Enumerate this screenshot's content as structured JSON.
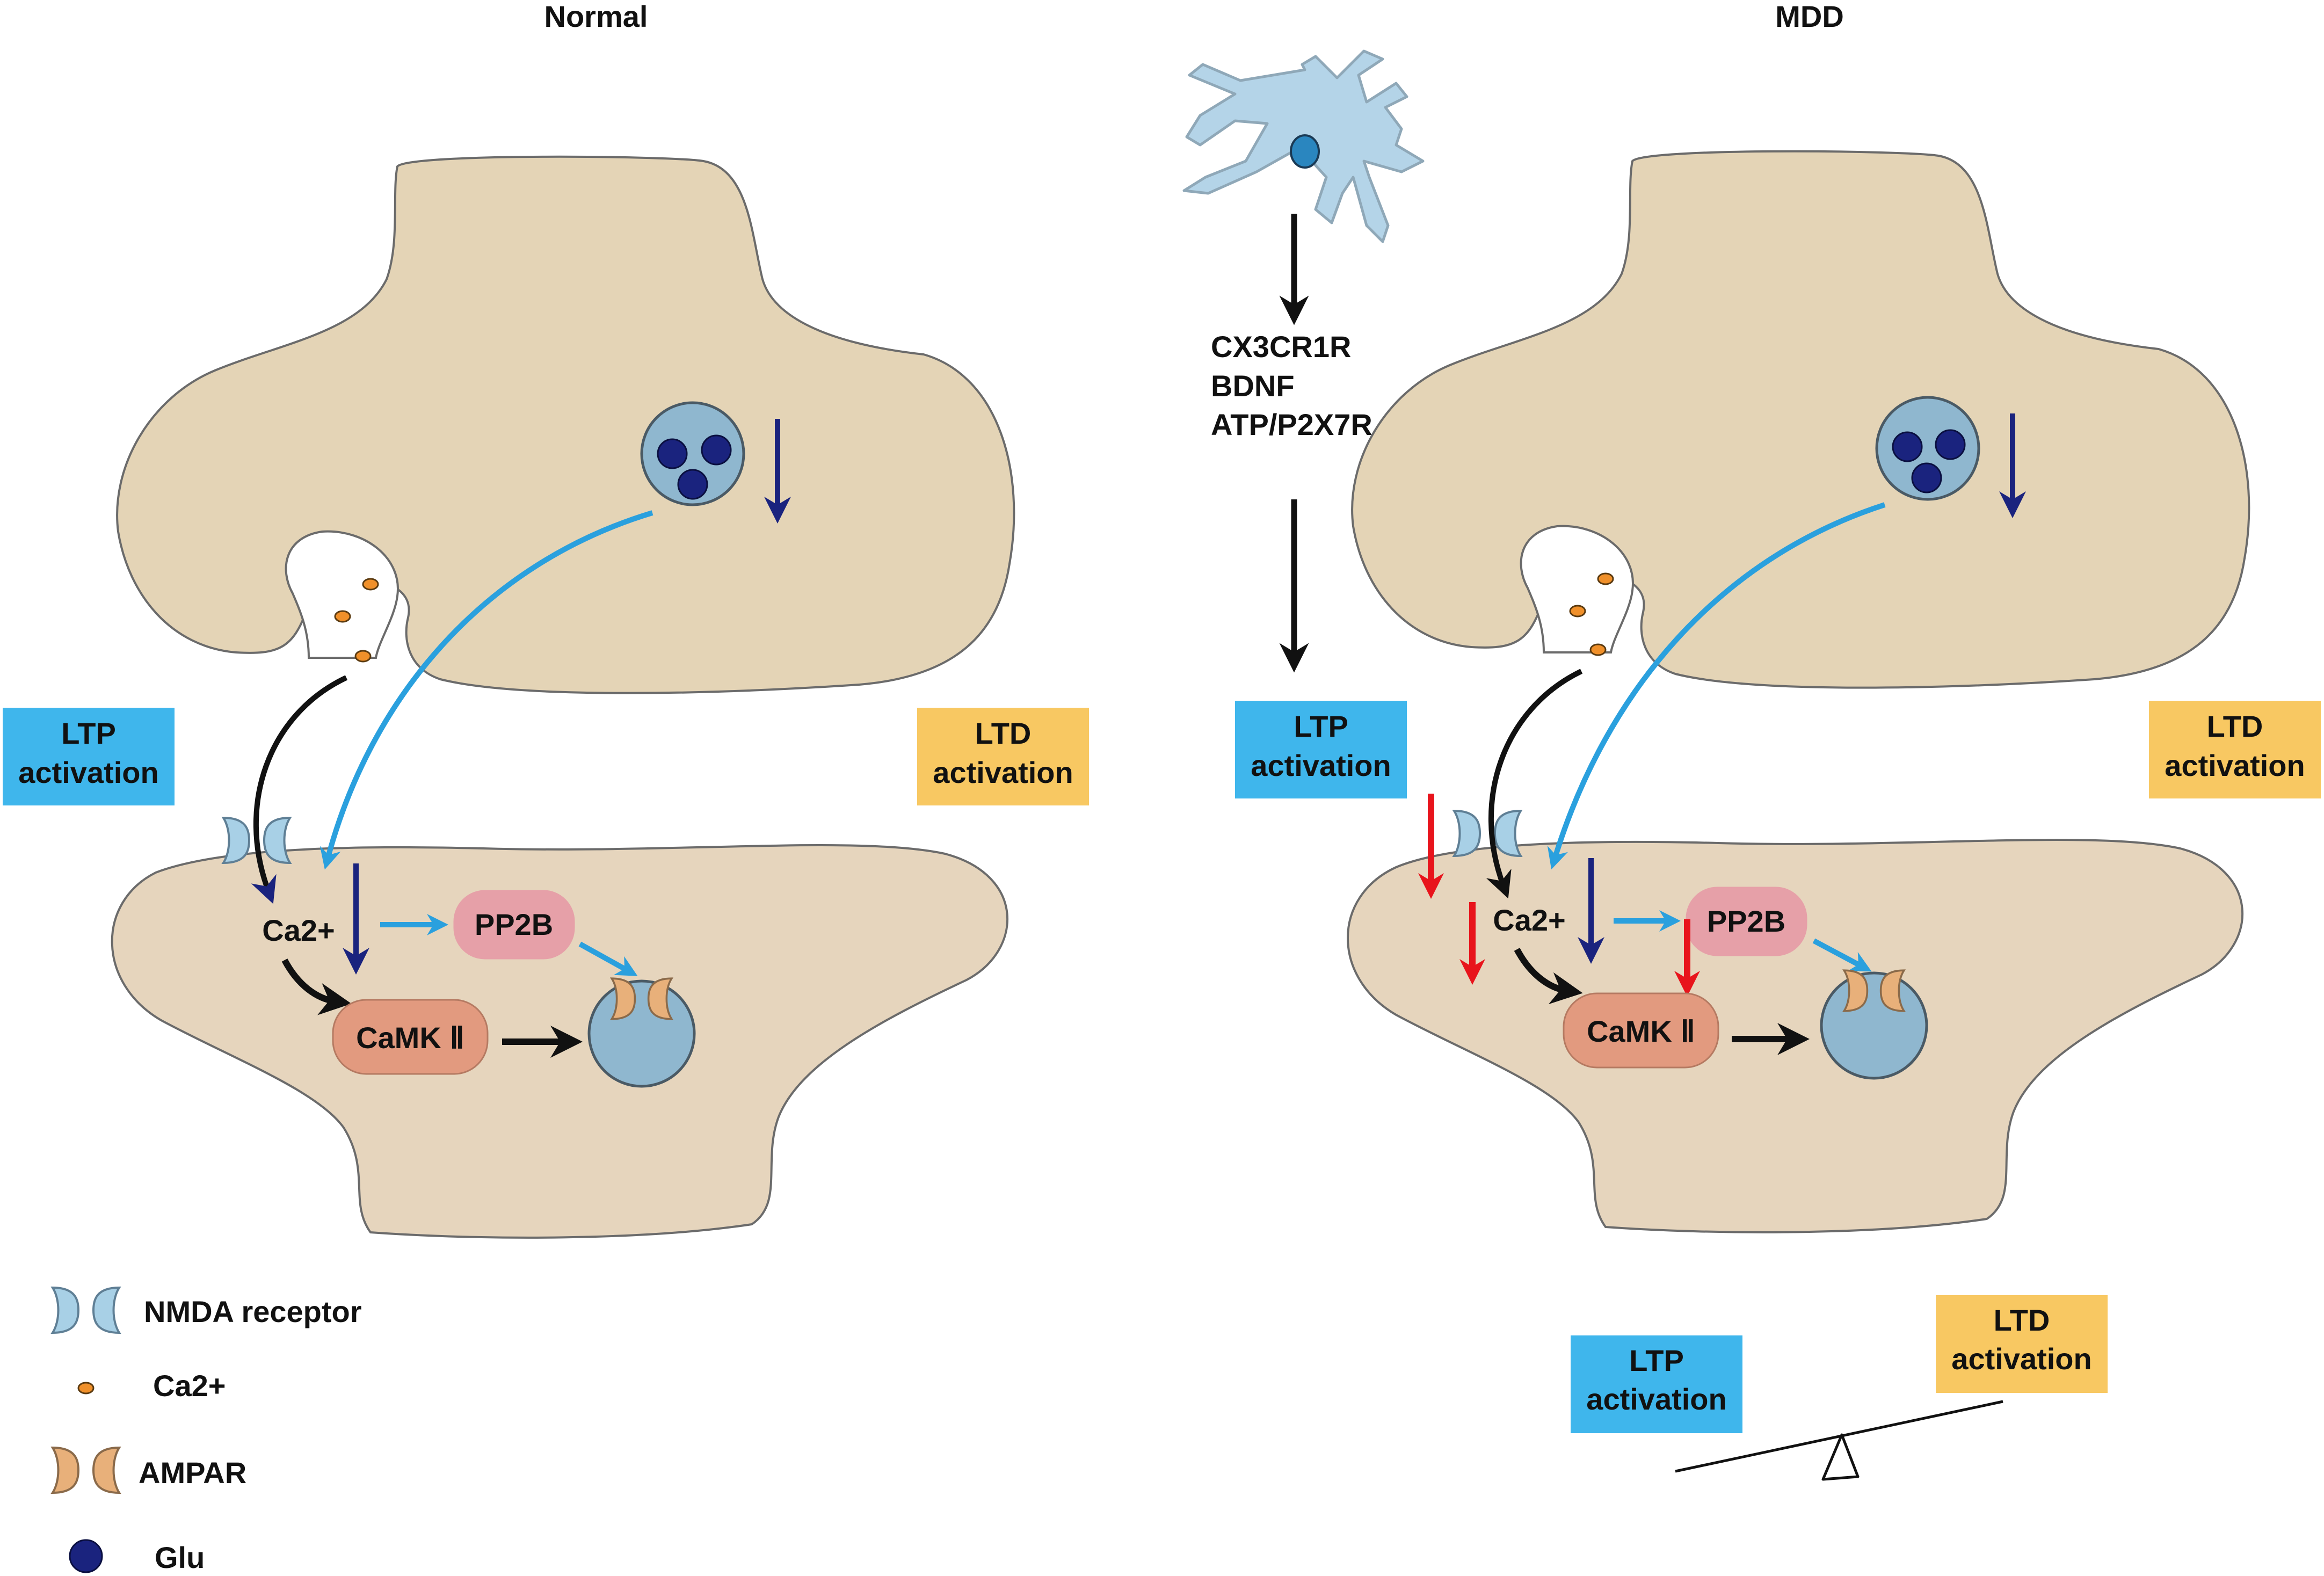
{
  "panels": {
    "normal": {
      "title": "Normal"
    },
    "mdd": {
      "title": "MDD"
    }
  },
  "labels": {
    "ltp_line1": "LTP",
    "ltp_line2": "activation",
    "ltd_line1": "LTD",
    "ltd_line2": "activation",
    "ca2": "Ca2+",
    "pp2b": "PP2B",
    "camk": "CaMK Ⅱ"
  },
  "microglia_factors": [
    "CX3CR1R",
    "BDNF",
    "ATP/P2X7R"
  ],
  "legend": [
    {
      "symbol": "nmda",
      "label": "NMDA receptor"
    },
    {
      "symbol": "ca",
      "label": "Ca2+"
    },
    {
      "symbol": "ampar",
      "label": "AMPAR"
    },
    {
      "symbol": "glu",
      "label": "Glu"
    }
  ],
  "colors": {
    "cell_body": "#e4d4b6",
    "postsynaptic": "#e6d5bd",
    "ltp_box": "#3fb6ec",
    "ltd_box": "#f8c862",
    "pp2b_box": "#e6a0a8",
    "camk_box": "#e29a7f",
    "vesicle": "#8fb7cf",
    "glu": "#1a237e",
    "ca_dot": "#f0902a",
    "nmda": "#a8d0e6",
    "ampar": "#e8b07a",
    "dark_arrow": "#1a237e",
    "light_arrow": "#2aa0de",
    "red_arrow": "#e8141c",
    "microglia": "#b4d4e8"
  }
}
